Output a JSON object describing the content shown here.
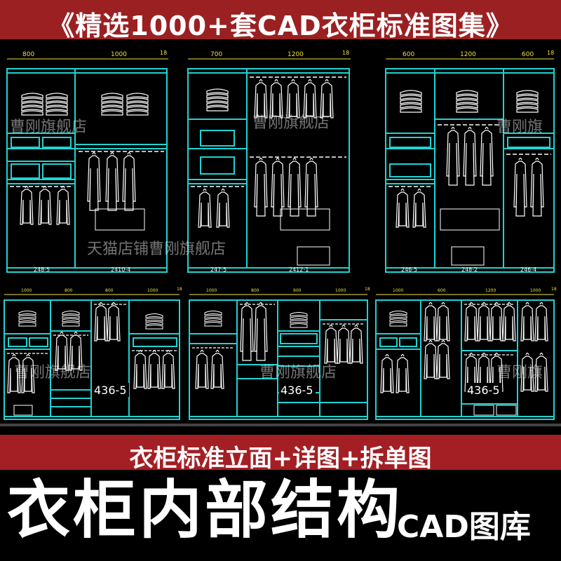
{
  "header": {
    "title": "《精选1000+套CAD衣柜标准图集》"
  },
  "watermarks": [
    "曹刚旗舰店",
    "曹刚旗舰店",
    "曹刚旗",
    "天猫店铺曹刚旗舰店",
    "曹刚旗舰店",
    "曹刚旗舰店",
    "曹刚旗"
  ],
  "row1": [
    {
      "dims": [
        "800",
        "1000",
        "18"
      ],
      "labels": [
        "248-5",
        "2410-4"
      ]
    },
    {
      "dims": [
        "700",
        "1200",
        "18"
      ],
      "labels": [
        "247-5",
        "2412-1"
      ]
    },
    {
      "dims": [
        "600",
        "1200",
        "600",
        "18"
      ],
      "labels": [
        "246-5",
        "248-2",
        "246-4"
      ]
    }
  ],
  "row2": [
    {
      "dims": [
        "1000",
        "800",
        "800",
        "1000",
        "18"
      ],
      "tag": "436-5"
    },
    {
      "dims": [
        "1000",
        "800",
        "900",
        "1000",
        "18"
      ],
      "tag": "436-5"
    },
    {
      "dims": [
        "1000",
        "600",
        "1200",
        "1000",
        "18"
      ],
      "tag": "436-5"
    }
  ],
  "banner": {
    "text": "衣柜标准立面+详图+拆单图"
  },
  "title": {
    "main": "衣柜内部结构",
    "sub": "CAD图库"
  },
  "colors": {
    "line": "#1fd3d3",
    "dim": "#f0e040",
    "banner": "#a31f24",
    "top_banner": "#9b2022"
  }
}
